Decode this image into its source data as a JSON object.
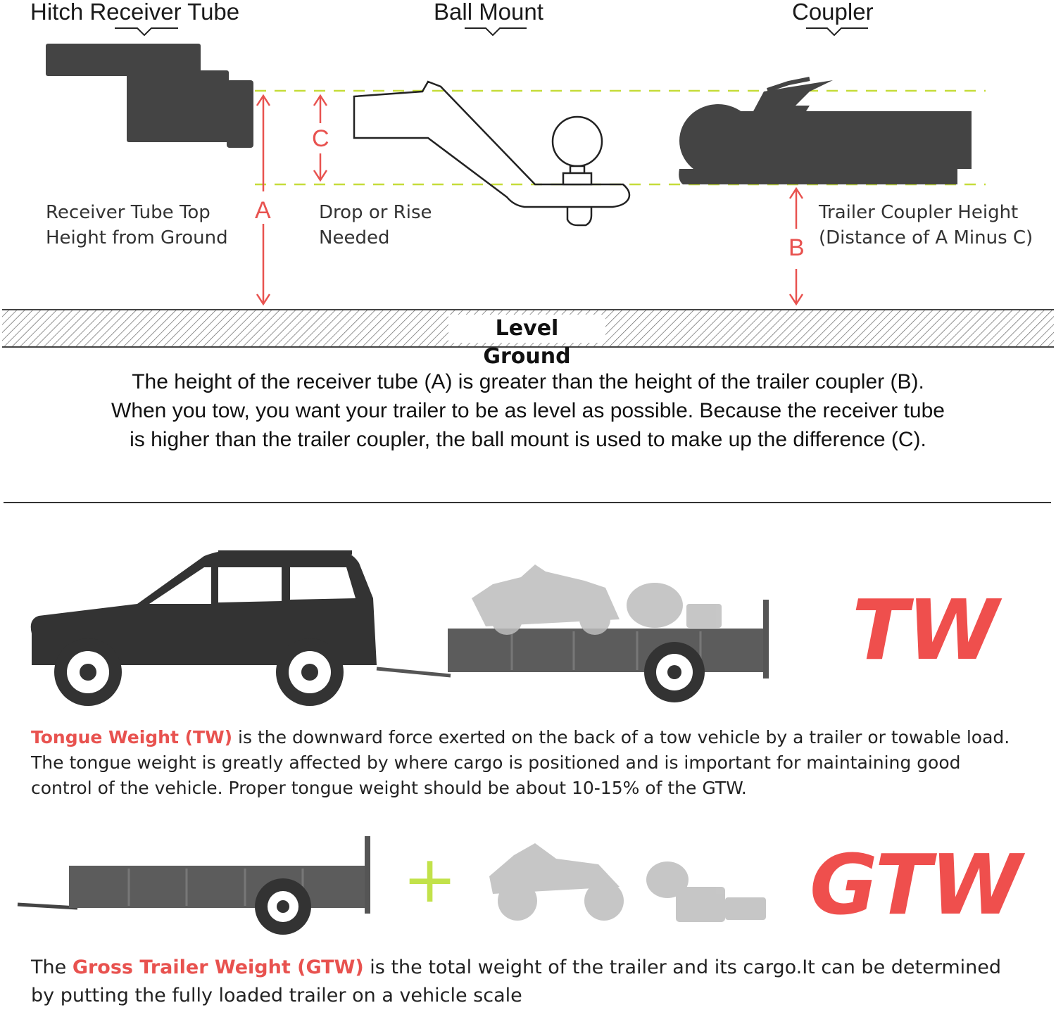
{
  "top": {
    "headers": {
      "receiver": "Hitch Receiver Tube",
      "ball_mount": "Ball Mount",
      "coupler": "Coupler"
    },
    "labels": {
      "receiver_line1": "Receiver Tube Top",
      "receiver_line2": "Height from Ground",
      "drop_line1": "Drop or Rise",
      "drop_line2": "Needed",
      "coupler_line1": "Trailer Coupler Height",
      "coupler_line2": "(Distance of A Minus C)"
    },
    "letters": {
      "a": "A",
      "b": "B",
      "c": "C"
    },
    "ground": "Level Ground",
    "explanation": [
      "The height of the receiver tube (A) is greater than the height of the trailer coupler (B).",
      "When you tow, you want your trailer to be as level as possible. Because the receiver tube",
      "is higher than the trailer coupler, the ball mount is used to make up the difference (C)."
    ]
  },
  "tongue": {
    "big_label": "TW",
    "term": "Tongue Weight (TW)",
    "line1_rest": " is the downward force exerted on the back of a tow vehicle by a trailer or towable load.",
    "line2": "The tongue weight is greatly affected by where cargo is positioned and is important for maintaining good",
    "line3": "control of the vehicle. Proper tongue weight should be about 10-15% of the GTW."
  },
  "gross": {
    "big_label": "GTW",
    "plus": "+",
    "prefix": "The ",
    "term": "Gross Trailer Weight (GTW)",
    "line1_rest": " is the total weight of the trailer and its cargo.It can be determined",
    "line2": "by putting the fully loaded trailer on a vehicle scale"
  },
  "colors": {
    "accent_red": "#e8524f",
    "dashed_line": "#c6dc3a",
    "plus_green": "#c2e24a",
    "dark_shape": "#444444",
    "trailer_gray": "#5c5c5c",
    "cargo_gray": "#bdbdbd"
  }
}
